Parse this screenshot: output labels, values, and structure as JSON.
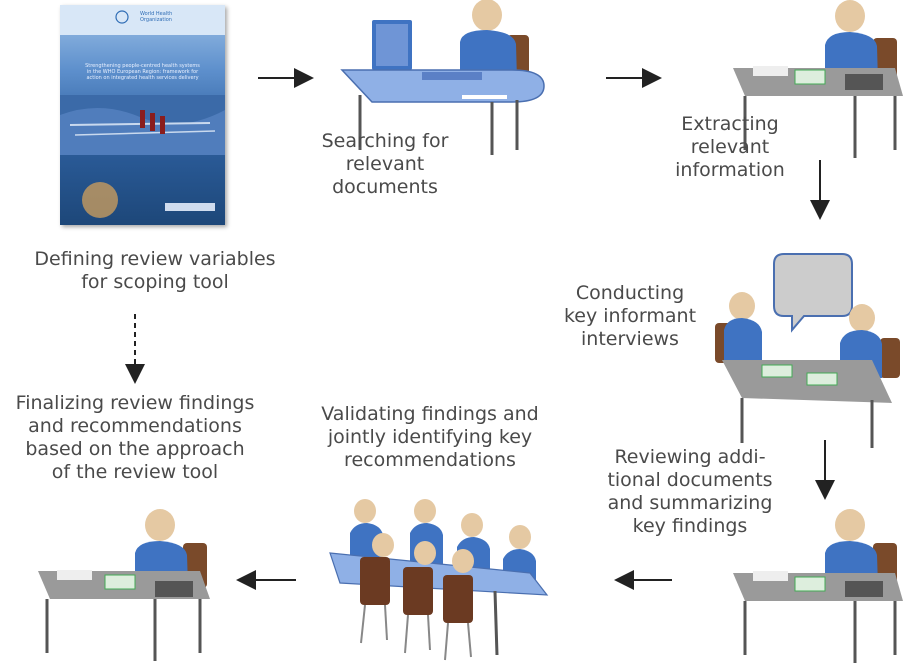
{
  "steps": {
    "define": "Defining review variables\nfor scoping tool",
    "search": "Searching for\nrelevant\ndocuments",
    "extract": "Extracting\nrelevant\ninformation",
    "interview": "Conducting\nkey informant\ninterviews",
    "review": "Reviewing addi-\ntional documents\nand summarizing\nkey findings",
    "validate": "Validating findings and\njointly identifying key\nrecommendations",
    "finalize": "Finalizing review findings\nand recommendations\nbased on the approach\nof the review tool"
  },
  "cover": {
    "org": "World Health\nOrganization",
    "title": "Strengthening people-centred health systems\nin the WHO European Region: framework for\naction on integrated health services delivery"
  },
  "colors": {
    "figure_blue": "#3f73c2",
    "skin": "#e5c9a3",
    "chair": "#6b4226",
    "desk_gray": "#8c8c8c",
    "desk_blue": "#6f95d6",
    "arrow": "#222222"
  }
}
